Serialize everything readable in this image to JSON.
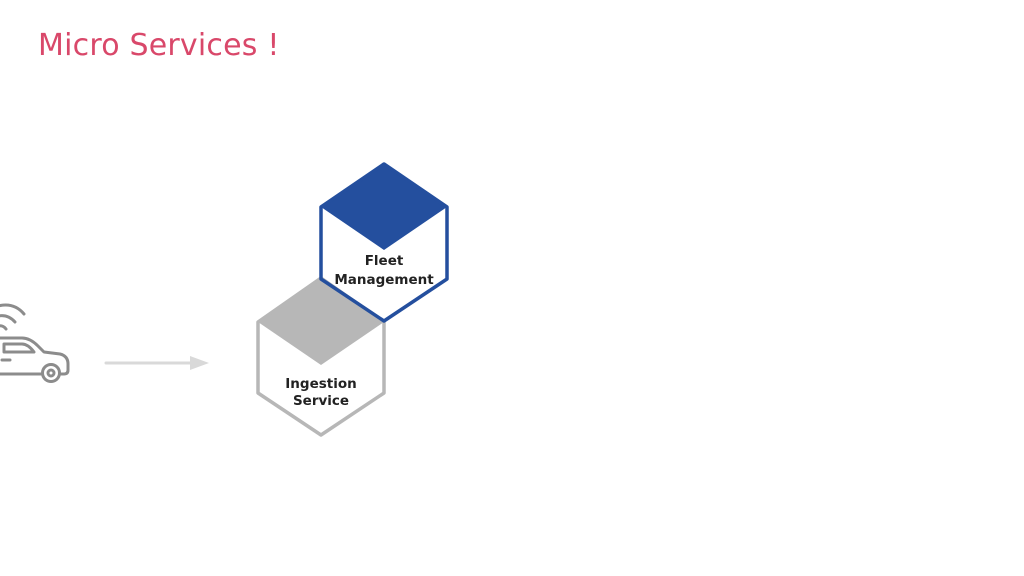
{
  "slide": {
    "title": "Micro Services !"
  },
  "diagram": {
    "nodes": [
      {
        "id": "fleet-management",
        "label_line1": "Fleet",
        "label_line2": "Management"
      },
      {
        "id": "ingestion-service",
        "label_line1": "Ingestion",
        "label_line2": "Service"
      }
    ],
    "source_icon": "connected-car-icon",
    "connector": "arrow-right"
  },
  "colors": {
    "title": "#d9486a",
    "fleet_fill": "#244f9e",
    "fleet_stroke": "#244f9e",
    "ingestion_top": "#b7b7b7",
    "ingestion_stroke": "#b7b7b7",
    "icon_gray": "#8c8c8c",
    "arrow_gray": "#d9d9d9"
  }
}
